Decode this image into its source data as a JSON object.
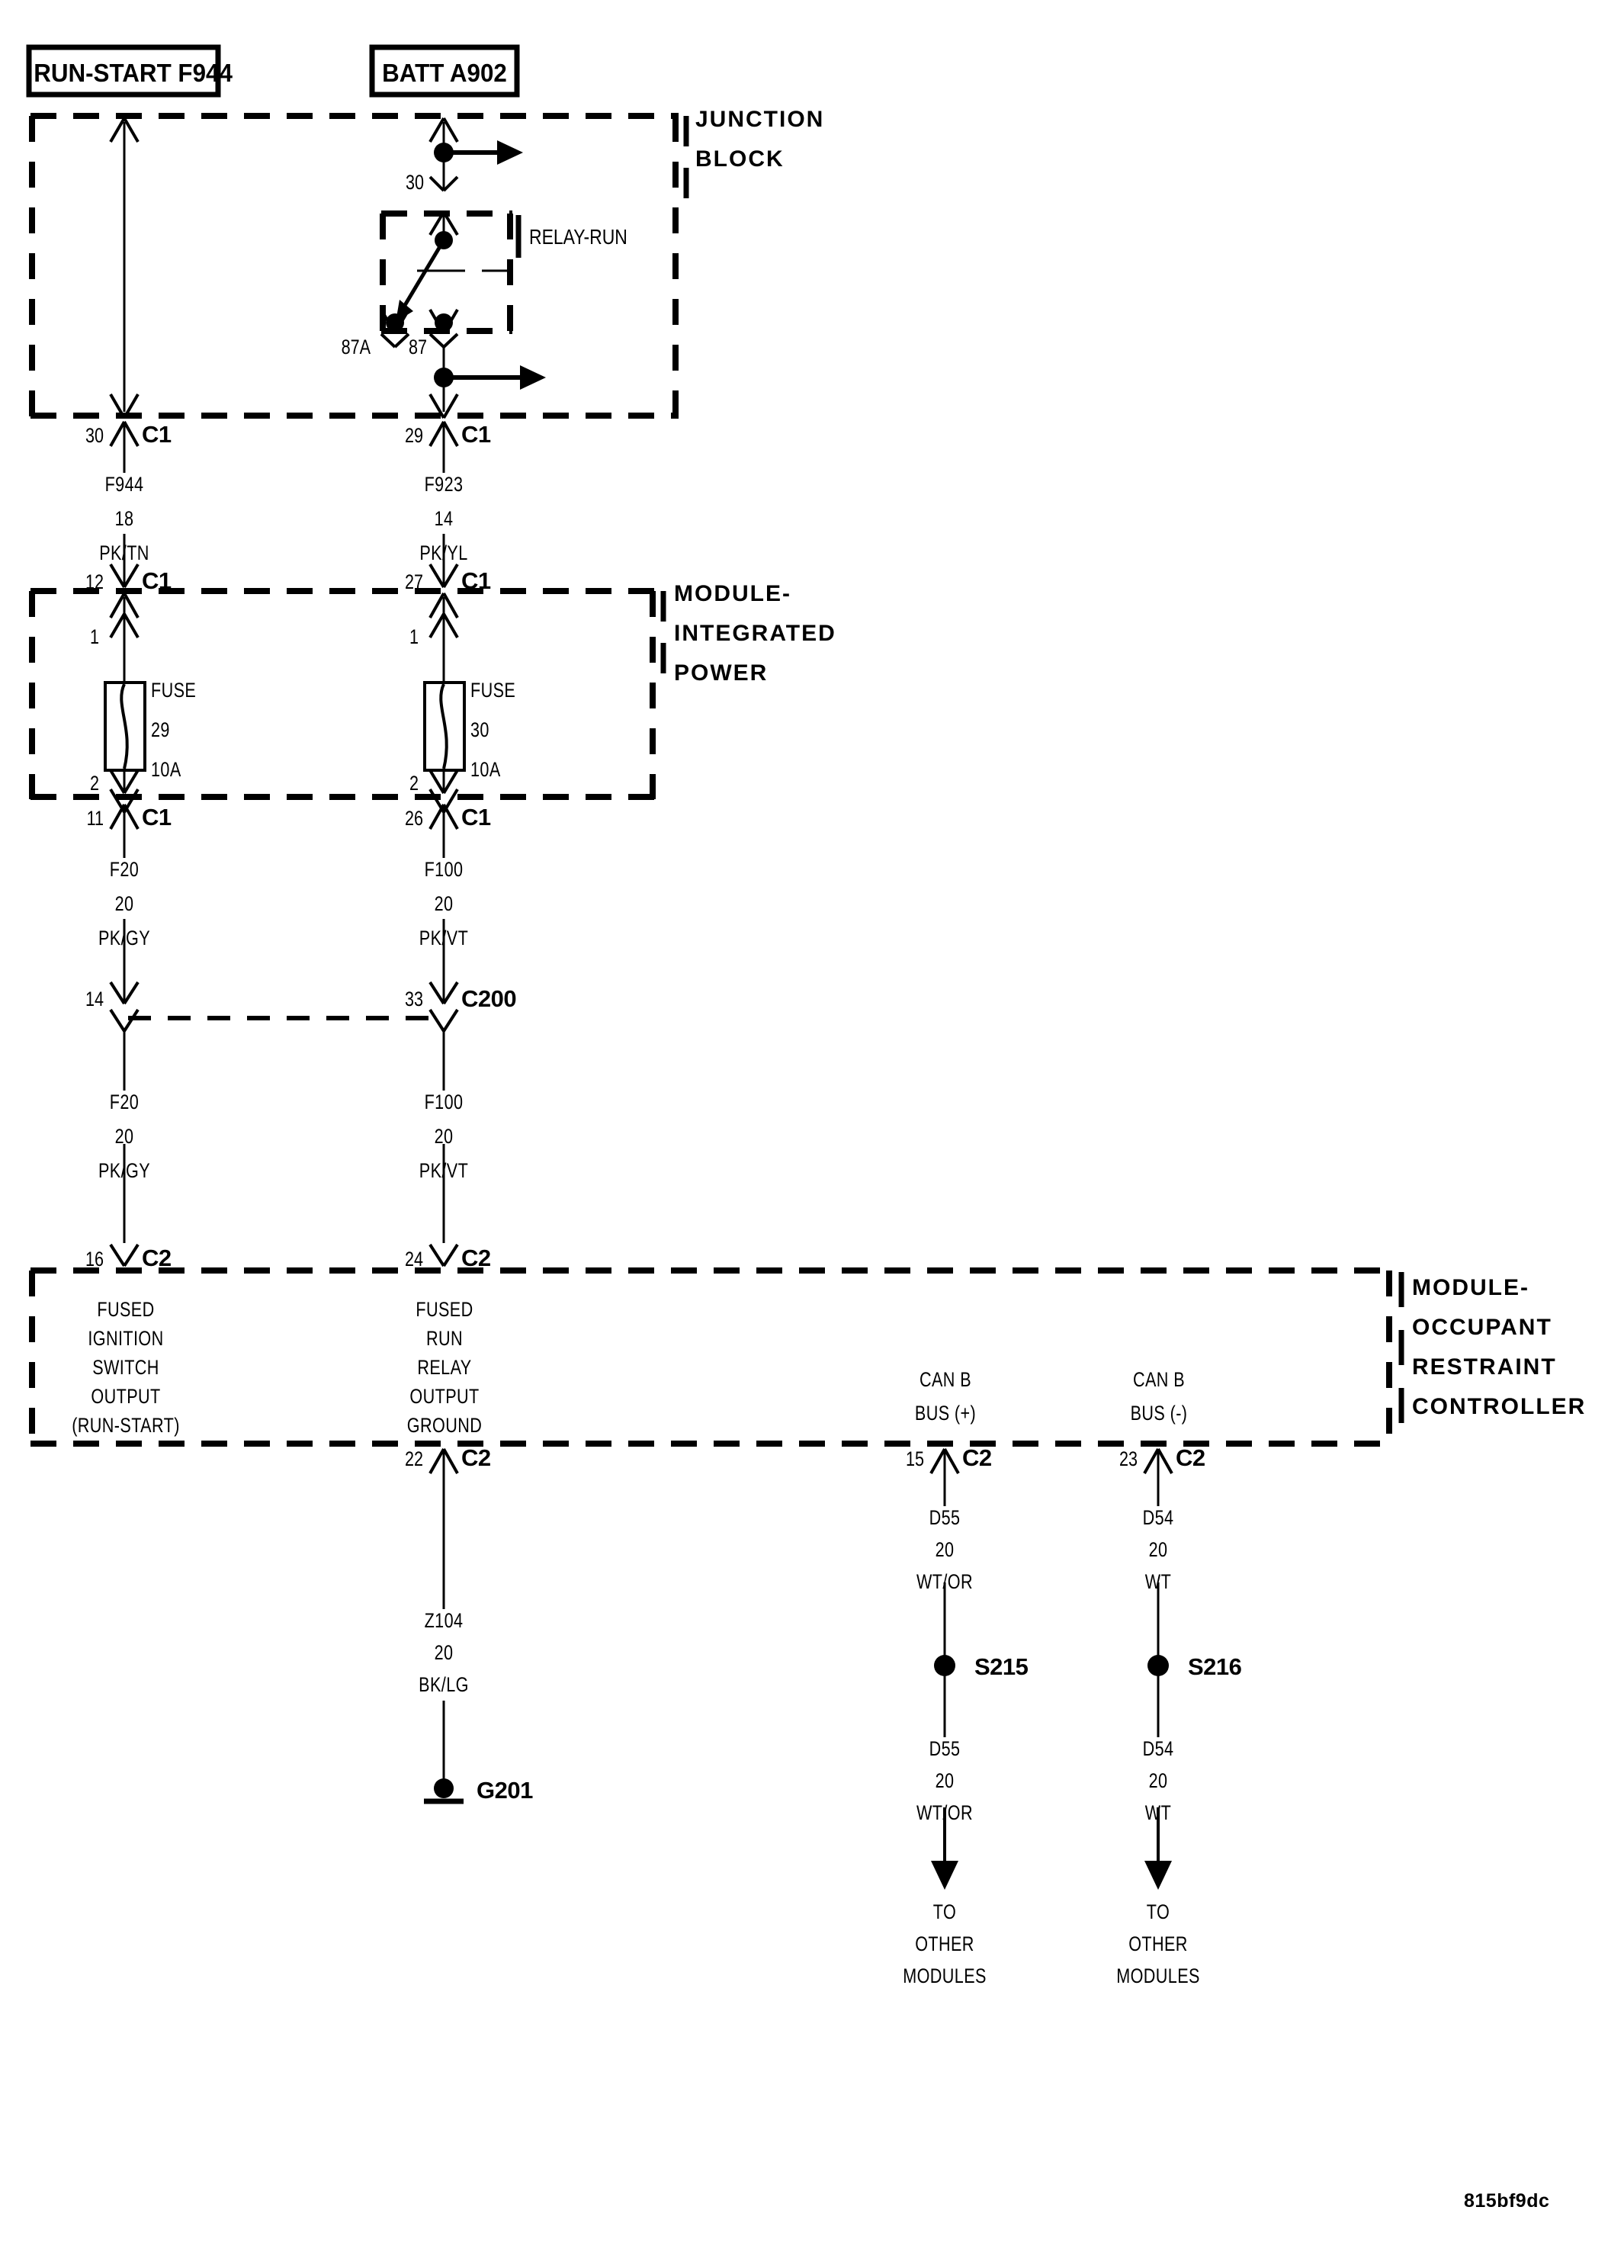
{
  "diagram": {
    "title_boxes": [
      {
        "name": "run-start-box",
        "label": "RUN-START F944"
      },
      {
        "name": "batt-box",
        "label": "BATT A902"
      }
    ],
    "blocks": [
      {
        "name": "junction-block",
        "lines": [
          "JUNCTION",
          "BLOCK"
        ]
      },
      {
        "name": "module-integrated-power",
        "lines": [
          "MODULE-",
          "INTEGRATED",
          "POWER"
        ]
      },
      {
        "name": "module-occupant-restraint-controller",
        "lines": [
          "MODULE-",
          "OCCUPANT",
          "RESTRAINT",
          "CONTROLLER"
        ]
      }
    ],
    "relay": {
      "label": "RELAY-RUN",
      "terminals": {
        "common": "30",
        "nc": "87A",
        "no": "87"
      }
    },
    "fuses": [
      {
        "name": "fuse-29",
        "title": "FUSE",
        "number": "29",
        "rating": "10A",
        "pin_top": "1",
        "pin_bottom": "2"
      },
      {
        "name": "fuse-30",
        "title": "FUSE",
        "number": "30",
        "rating": "10A",
        "pin_top": "1",
        "pin_bottom": "2"
      }
    ],
    "connectors": [
      {
        "name": "jb-c1-30",
        "pin": "30",
        "id": "C1"
      },
      {
        "name": "jb-c1-29",
        "pin": "29",
        "id": "C1"
      },
      {
        "name": "mip-c1-12",
        "pin": "12",
        "id": "C1"
      },
      {
        "name": "mip-c1-27",
        "pin": "27",
        "id": "C1"
      },
      {
        "name": "mip-c1-11",
        "pin": "11",
        "id": "C1"
      },
      {
        "name": "mip-c1-26",
        "pin": "26",
        "id": "C1"
      },
      {
        "name": "c200-14",
        "pin": "14",
        "id": ""
      },
      {
        "name": "c200-33",
        "pin": "33",
        "id": "C200"
      },
      {
        "name": "orc-c2-16",
        "pin": "16",
        "id": "C2"
      },
      {
        "name": "orc-c2-24",
        "pin": "24",
        "id": "C2"
      },
      {
        "name": "orc-c2-22",
        "pin": "22",
        "id": "C2"
      },
      {
        "name": "orc-c2-15",
        "pin": "15",
        "id": "C2"
      },
      {
        "name": "orc-c2-23",
        "pin": "23",
        "id": "C2"
      }
    ],
    "wires": [
      {
        "name": "wire-f944",
        "circuit": "F944",
        "gauge": "18",
        "color": "PK/TN"
      },
      {
        "name": "wire-f923",
        "circuit": "F923",
        "gauge": "14",
        "color": "PK/YL"
      },
      {
        "name": "wire-f20-upper",
        "circuit": "F20",
        "gauge": "20",
        "color": "PK/GY"
      },
      {
        "name": "wire-f100-upper",
        "circuit": "F100",
        "gauge": "20",
        "color": "PK/VT"
      },
      {
        "name": "wire-f20-lower",
        "circuit": "F20",
        "gauge": "20",
        "color": "PK/GY"
      },
      {
        "name": "wire-f100-lower",
        "circuit": "F100",
        "gauge": "20",
        "color": "PK/VT"
      },
      {
        "name": "wire-z104",
        "circuit": "Z104",
        "gauge": "20",
        "color": "BK/LG"
      },
      {
        "name": "wire-d55-upper",
        "circuit": "D55",
        "gauge": "20",
        "color": "WT/OR"
      },
      {
        "name": "wire-d54-upper",
        "circuit": "D54",
        "gauge": "20",
        "color": "WT"
      },
      {
        "name": "wire-d55-lower",
        "circuit": "D55",
        "gauge": "20",
        "color": "WT/OR"
      },
      {
        "name": "wire-d54-lower",
        "circuit": "D54",
        "gauge": "20",
        "color": "WT"
      }
    ],
    "pin_functions": [
      {
        "name": "fn-16",
        "lines": [
          "FUSED",
          "IGNITION",
          "SWITCH",
          "OUTPUT",
          "(RUN-START)"
        ]
      },
      {
        "name": "fn-24",
        "lines": [
          "FUSED",
          "RUN",
          "RELAY",
          "OUTPUT",
          "GROUND"
        ]
      },
      {
        "name": "fn-15",
        "lines": [
          "CAN B",
          "BUS (+)"
        ]
      },
      {
        "name": "fn-23",
        "lines": [
          "CAN B",
          "BUS (-)"
        ]
      }
    ],
    "splices": [
      {
        "name": "splice-s215",
        "label": "S215"
      },
      {
        "name": "splice-s216",
        "label": "S216"
      }
    ],
    "ground": {
      "name": "ground-g201",
      "label": "G201"
    },
    "destinations": [
      {
        "name": "dest-left",
        "lines": [
          "TO",
          "OTHER",
          "MODULES"
        ]
      },
      {
        "name": "dest-right",
        "lines": [
          "TO",
          "OTHER",
          "MODULES"
        ]
      }
    ],
    "footer_code": "815bf9dc"
  }
}
